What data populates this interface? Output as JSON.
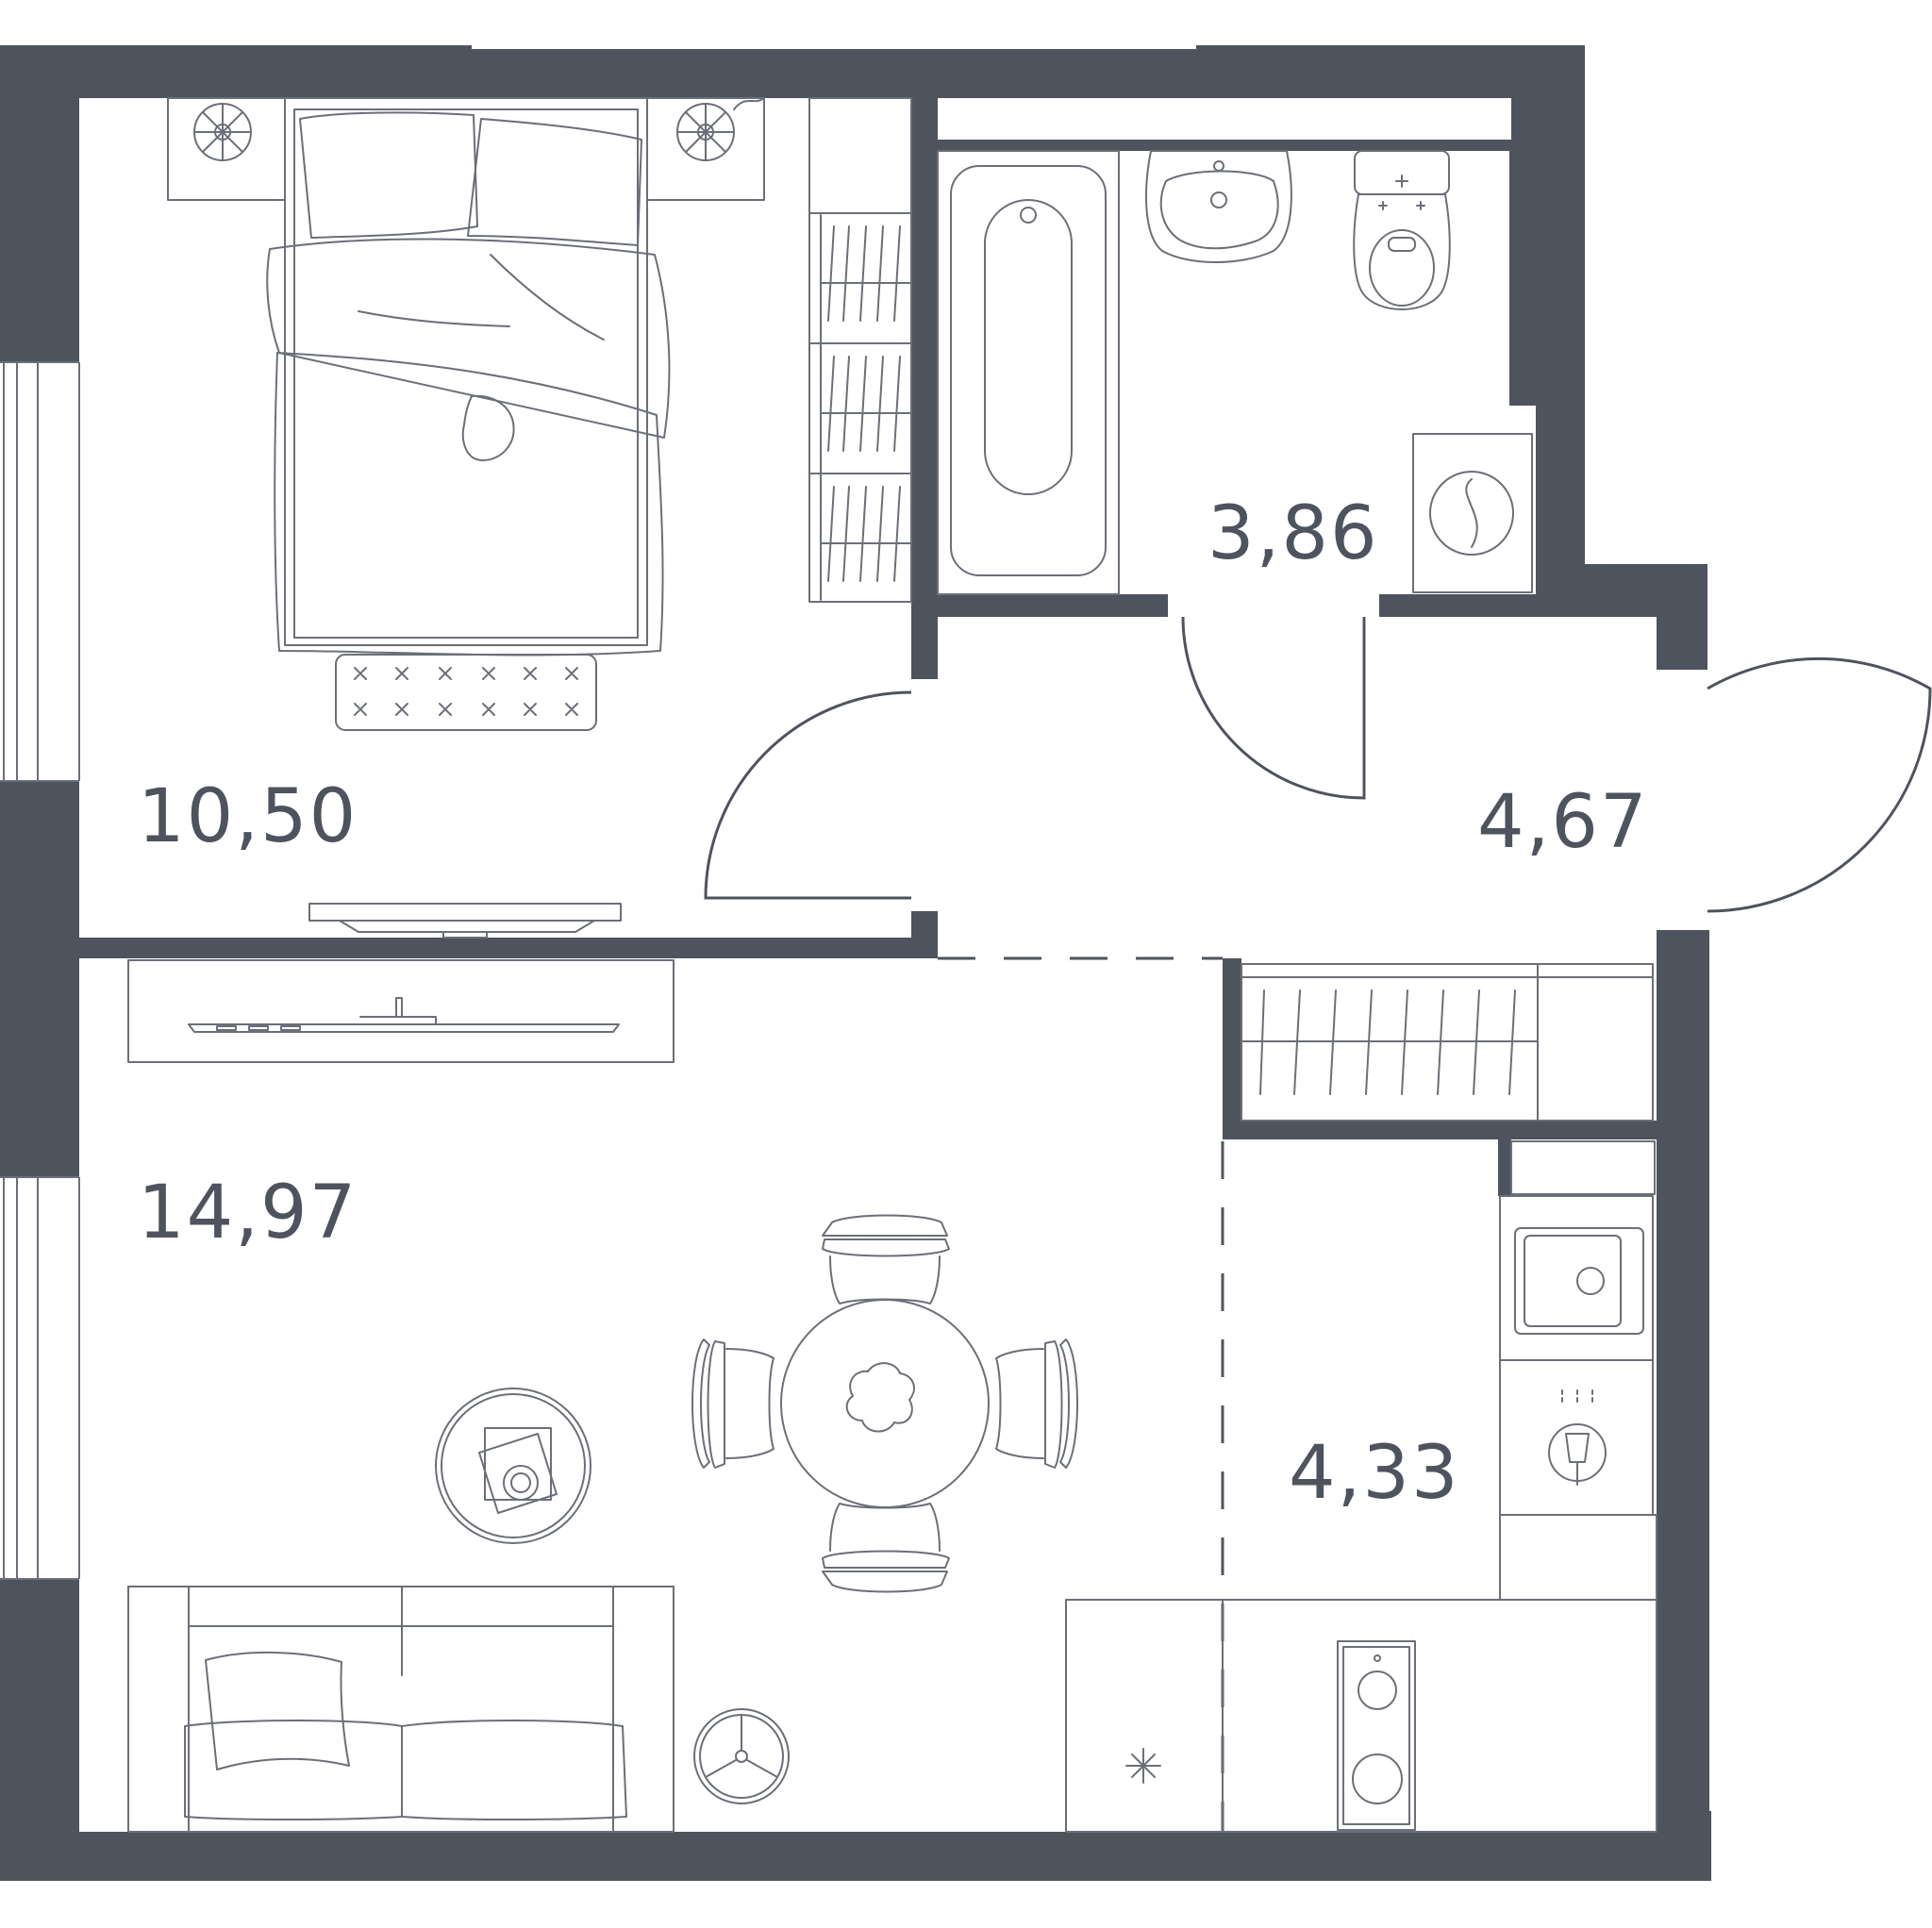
{
  "colors": {
    "wall": "#4e535e",
    "furniture_line": "#6b6f78",
    "label": "#4e535e",
    "background": "#ffffff"
  },
  "rooms": [
    {
      "id": "bedroom",
      "area": "10,50"
    },
    {
      "id": "bathroom",
      "area": "3,86"
    },
    {
      "id": "hallway",
      "area": "4,67"
    },
    {
      "id": "living-room",
      "area": "14,97"
    },
    {
      "id": "kitchen",
      "area": "4,33"
    }
  ],
  "icons": [
    "bed-icon",
    "nightstand-lamp-icon",
    "wardrobe-icon",
    "bathtub-icon",
    "sink-icon",
    "toilet-icon",
    "washing-machine-icon",
    "door-swing-icon",
    "tv-icon",
    "dining-table-icon",
    "chair-icon",
    "coffee-table-icon",
    "sofa-icon",
    "floor-lamp-icon",
    "kitchen-sink-icon",
    "stove-icon",
    "fridge-icon",
    "water-tap-icon",
    "rug-icon"
  ]
}
